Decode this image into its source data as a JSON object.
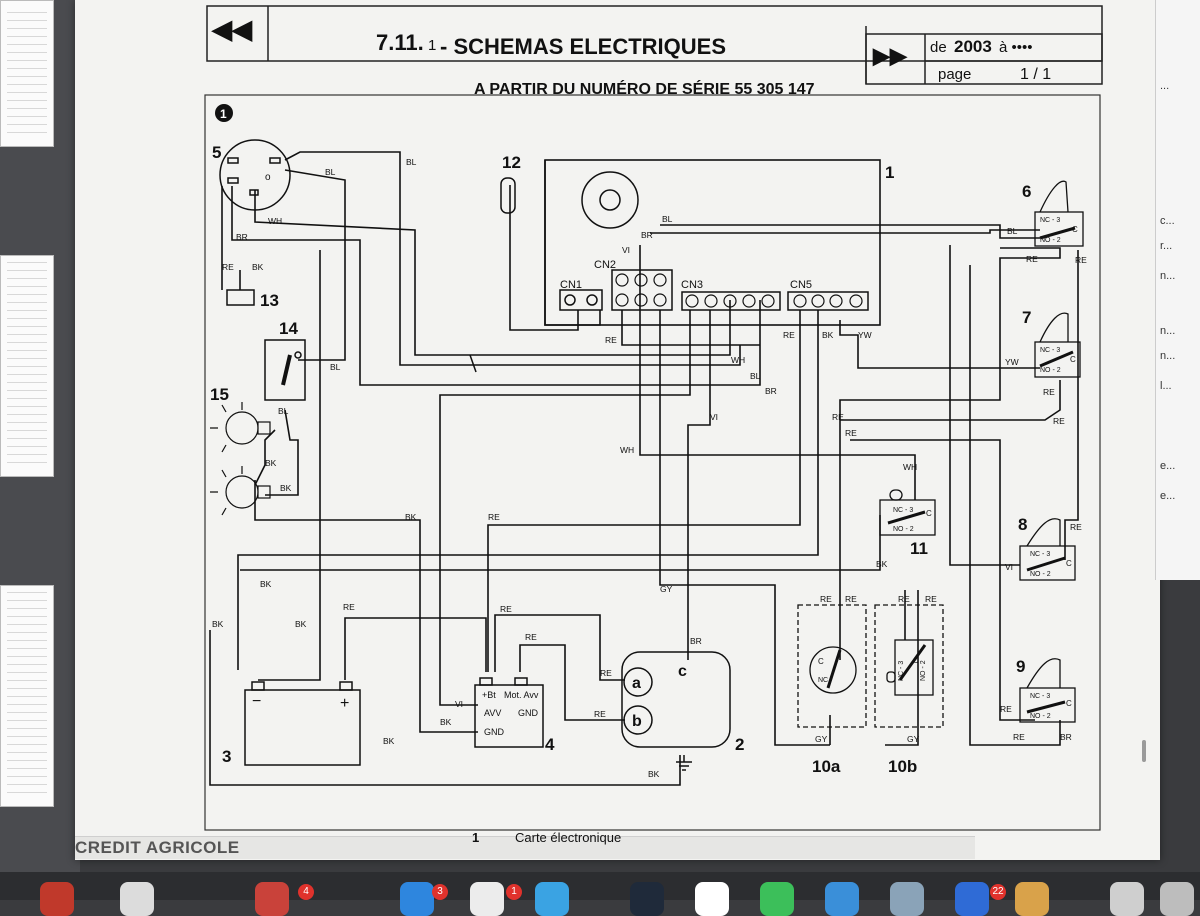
{
  "document": {
    "header": {
      "prev_arrows": "◀◀",
      "next_arrows": "▶▶",
      "section_title_a": "7.11.",
      "section_title_b": "1",
      "section_title_c": " - SCHEMAS ELECTRIQUES",
      "date_prefix": "de ",
      "date_value": "2003",
      "date_suffix": " à ••••",
      "page_label": "page",
      "page_value": "1 / 1"
    },
    "subtitle": "A PARTIR DU NUMÉRO DE SÉRIE 55 305 147",
    "diagram_number": "1",
    "components": {
      "c1": "1",
      "c2": "2",
      "c3": "3",
      "c4": "4",
      "c5": "5",
      "c6": "6",
      "c7": "7",
      "c8": "8",
      "c9": "9",
      "c10a": "10a",
      "c10b": "10b",
      "c11": "11",
      "c12": "12",
      "c13": "13",
      "c14": "14",
      "c15": "15"
    },
    "connectors": {
      "cn1": "CN1",
      "cn2": "CN2",
      "cn3": "CN3",
      "cn5": "CN5"
    },
    "wire_colors": {
      "bl": "BL",
      "br": "BR",
      "wh": "WH",
      "re": "RE",
      "bk": "BK",
      "vi": "VI",
      "yw": "YW",
      "gy": "GY"
    },
    "switch_labels": {
      "nc3": "NC - 3",
      "no2": "NO - 2",
      "c": "C",
      "nc": "NC"
    },
    "relay_labels": {
      "bt": "+Bt",
      "avv": "AVV",
      "gnd": "GND",
      "motavv": "Mot. Avv",
      "gnd2": "GND"
    },
    "starter_labels": {
      "a": "a",
      "b": "b",
      "c": "c"
    },
    "battery_labels": {
      "minus": "−",
      "plus": "+"
    },
    "legend_number": "1",
    "legend_text": "Carte électronique"
  },
  "watermark": "CREDIT AGRICOLE",
  "right_panel": {
    "items": [
      "...",
      "c...",
      "r...",
      "n...",
      "n...",
      "n...",
      "l...",
      "e...",
      "e..."
    ]
  },
  "dock": {
    "badges": [
      "4",
      "3",
      "1",
      "22"
    ]
  }
}
